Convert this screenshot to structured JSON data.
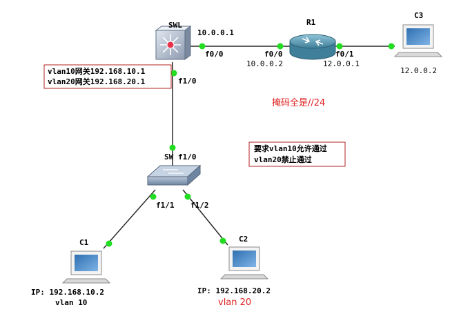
{
  "devices": {
    "swl": {
      "name": "SWL"
    },
    "r1": {
      "name": "R1"
    },
    "c3": {
      "name": "C3",
      "ip": "12.0.0.2"
    },
    "sw": {
      "name": "SW"
    },
    "c1": {
      "name": "C1",
      "ip": "IP: 192.168.10.2",
      "vlan": "vlan 10"
    },
    "c2": {
      "name": "C2",
      "ip": "IP: 192.168.20.2",
      "vlan": "vlan 20"
    }
  },
  "ports": {
    "swl_f00": "f0/0",
    "swl_f10": "f1/0",
    "r1_f00": "f0/0",
    "r1_f01": "f0/1",
    "sw_f10": "f1/0",
    "sw_f11": "f1/1",
    "sw_f12": "f1/2"
  },
  "addresses": {
    "swl_f00": "10.0.0.1",
    "r1_f00": "10.0.0.2",
    "r1_f01": "12.0.0.1"
  },
  "notes": {
    "gateways": [
      "vlan10网关192.168.10.1",
      "vlan20网关192.168.20.1"
    ],
    "mask": "掩码全是//24",
    "requirement": [
      "要求vlan10允许通过",
      "vlan20禁止通过"
    ]
  },
  "colors": {
    "link": "#2a2a2a",
    "port_dot": "#22dd22",
    "note_border": "#b22222",
    "accent_red": "#e02020"
  }
}
